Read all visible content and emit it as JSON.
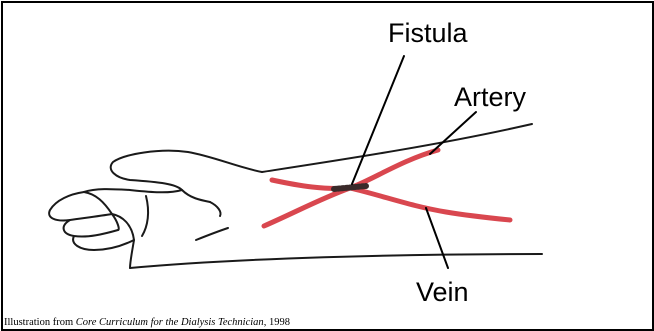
{
  "labels": {
    "fistula": "Fistula",
    "artery": "Artery",
    "vein": "Vein"
  },
  "caption": {
    "prefix": "Illustration from ",
    "book_title": "Core Curriculum for the Dialysis Technician",
    "suffix": ", 1998"
  },
  "colors": {
    "vessel": "#d9474f",
    "outline": "#1a1a1a",
    "frame": "#000000"
  }
}
